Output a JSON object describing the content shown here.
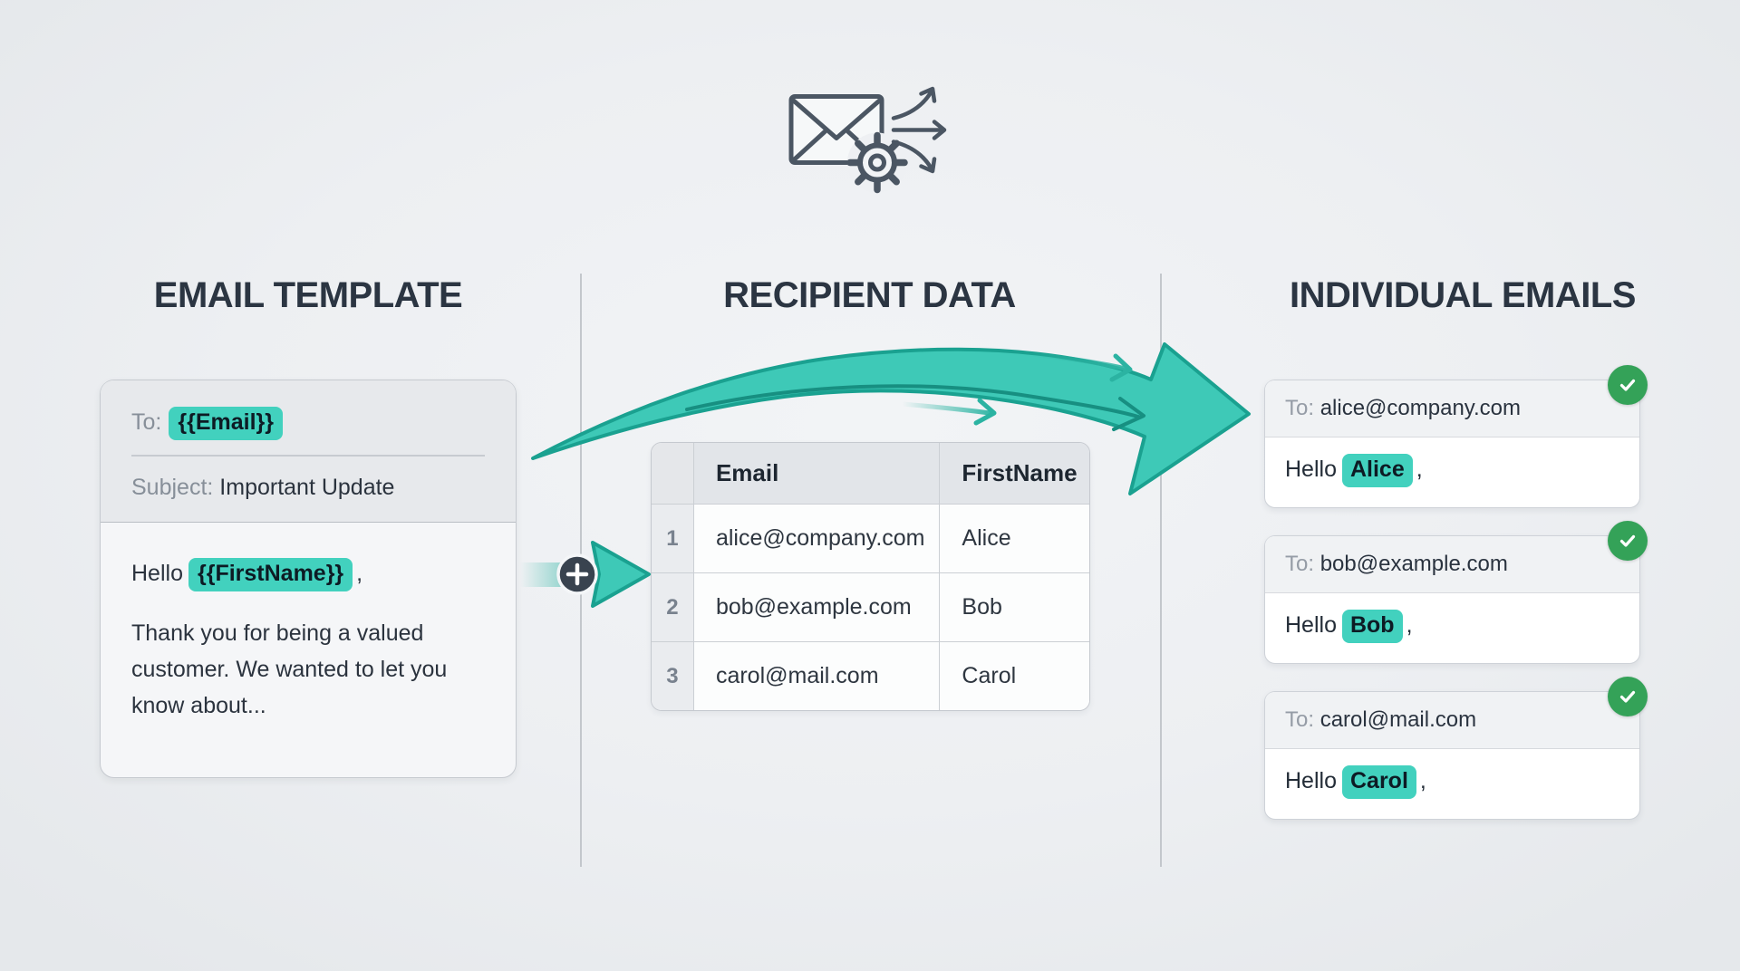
{
  "canvas": {
    "background": "#eceef1"
  },
  "hero": {
    "icon": "envelope-send-gear-icon"
  },
  "sections": {
    "template": {
      "heading": "EMAIL TEMPLATE",
      "card": {
        "to_label": "To:",
        "to_token": "{{Email}}",
        "subject_label": "Subject:",
        "subject_value": "Important Update",
        "greeting_prefix": "Hello",
        "greeting_token": "{{FirstName}}",
        "greeting_comma": ",",
        "body_text": "Thank you for being a valued customer. We wanted to let you know about..."
      }
    },
    "recipients": {
      "heading": "RECIPIENT DATA",
      "table": {
        "headers": [
          "Email",
          "FirstName"
        ],
        "rows": [
          {
            "num": "1",
            "email": "alice@company.com",
            "first_name": "Alice"
          },
          {
            "num": "2",
            "email": "bob@example.com",
            "first_name": "Bob"
          },
          {
            "num": "3",
            "email": "carol@mail.com",
            "first_name": "Carol"
          }
        ]
      }
    },
    "individual": {
      "heading": "INDIVIDUAL EMAILS",
      "cards": [
        {
          "to_label": "To:",
          "to_value": "alice@company.com",
          "greeting_prefix": "Hello",
          "name": "Alice",
          "comma": ","
        },
        {
          "to_label": "To:",
          "to_value": "bob@example.com",
          "greeting_prefix": "Hello",
          "name": "Bob",
          "comma": ","
        },
        {
          "to_label": "To:",
          "to_value": "carol@mail.com",
          "greeting_prefix": "Hello",
          "name": "Carol",
          "comma": ","
        }
      ]
    }
  },
  "colors": {
    "accent_teal": "#3ec9b7",
    "accent_teal_dark": "#1aa190",
    "highlight_chip": "#42d1be",
    "success_green": "#34a258",
    "heading_text": "#2b3542",
    "icon_slate": "#4b5663"
  }
}
